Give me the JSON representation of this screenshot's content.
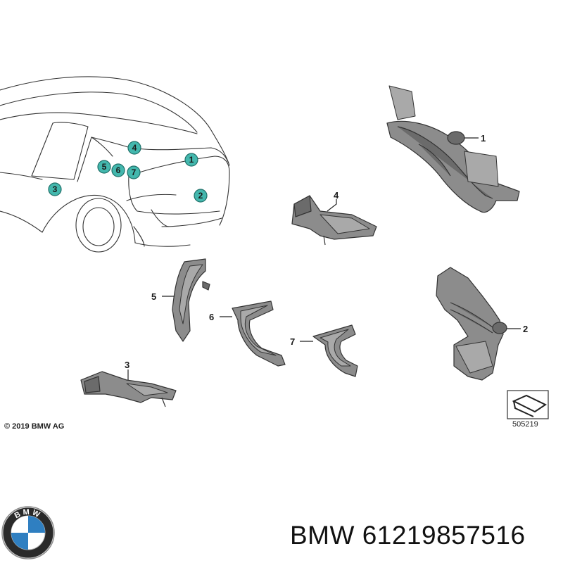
{
  "diagram": {
    "callouts": [
      "1",
      "2",
      "3",
      "4",
      "5",
      "6",
      "7"
    ],
    "car_bubbles": [
      "1",
      "2",
      "3",
      "4",
      "5",
      "6",
      "7"
    ],
    "copyright": "© 2019 BMW AG",
    "reference_number": "505219"
  },
  "brand": {
    "logo_letters": "BMW",
    "part_label": "BMW 61219857516"
  },
  "colors": {
    "bubble": "#43b7ad",
    "part": "#8c8c8c"
  }
}
